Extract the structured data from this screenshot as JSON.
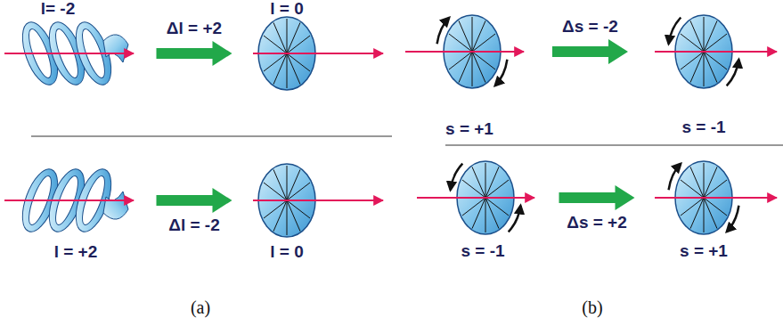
{
  "diagram": {
    "nodes": [
      {
        "text": [
          "l= -2"
        ]
      },
      {
        "text": [
          "l = 0"
        ]
      },
      {
        "text": [
          "l = +2"
        ]
      },
      {
        "text": [
          "l = 0"
        ]
      },
      {
        "text": [
          "s = +1"
        ]
      },
      {
        "text": [
          "s = -1"
        ]
      },
      {
        "text": [
          "s = -1"
        ]
      },
      {
        "text": [
          "s = +1"
        ]
      }
    ],
    "edges": [
      {
        "from": 0,
        "to": 1,
        "label": "Δl = +2",
        "arrow": "to"
      },
      {
        "from": 2,
        "to": 3,
        "label": "Δl = -2",
        "arrow": "to"
      },
      {
        "from": 4,
        "to": 5,
        "label": "Δs = -2",
        "arrow": "to"
      },
      {
        "from": 6,
        "to": 7,
        "label": "Δs = +2",
        "arrow": "to"
      }
    ],
    "labels": [
      "(a)",
      "(b)"
    ]
  }
}
